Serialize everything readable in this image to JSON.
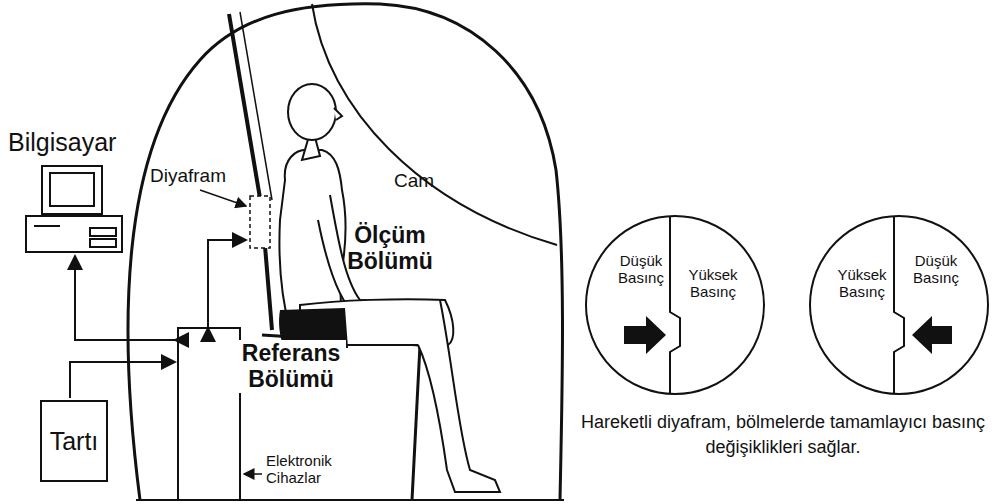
{
  "diagram": {
    "caption": "Hareketli diyafram, bölmelerde tamamlayıcı basınç değişiklikleri sağlar.",
    "nodes": [
      {
        "text": [
          "Bilgisayar"
        ]
      },
      {
        "text": [
          "Tartı"
        ]
      },
      {
        "text": [
          "Düşük Basınç",
          "Yüksek Basınç"
        ]
      },
      {
        "text": [
          "Yüksek Basınç",
          "Düşük Basınç"
        ]
      }
    ],
    "labels": [
      "Diyafram",
      "Cam",
      "Ölçüm Bölümü",
      "Referans Bölümü",
      "Elektronik Cihazlar"
    ]
  }
}
